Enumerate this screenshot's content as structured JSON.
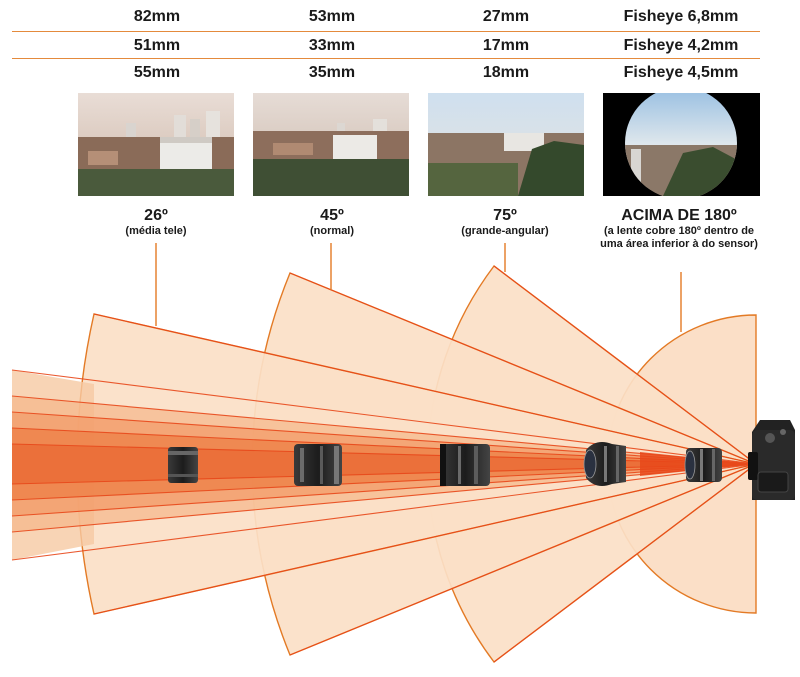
{
  "focal_table": {
    "rows": [
      [
        "82mm",
        "53mm",
        "27mm",
        "Fisheye 6,8mm"
      ],
      [
        "51mm",
        "33mm",
        "17mm",
        "Fisheye 4,2mm"
      ],
      [
        "55mm",
        "35mm",
        "18mm",
        "Fisheye 4,5mm"
      ]
    ]
  },
  "angles": [
    {
      "degrees": "26º",
      "note": "(média tele)"
    },
    {
      "degrees": "45º",
      "note": "(normal)"
    },
    {
      "degrees": "75º",
      "note": "(grande-angular)"
    },
    {
      "degrees": "ACIMA DE 180º",
      "note": "(a lente cobre 180º dentro de uma área inferior à do sensor)"
    }
  ],
  "colors": {
    "fan_fill": "#fbdfc7",
    "fan_stroke": "#e37a25",
    "ray": "#e8481a",
    "table_rule": "#e48a3c",
    "text": "#1a1a1a"
  },
  "icons": {
    "lenses": [
      "lens-icon",
      "lens-icon",
      "lens-icon",
      "fisheye-lens-icon",
      "fisheye-lens-icon"
    ],
    "camera": "camera-body-icon"
  }
}
